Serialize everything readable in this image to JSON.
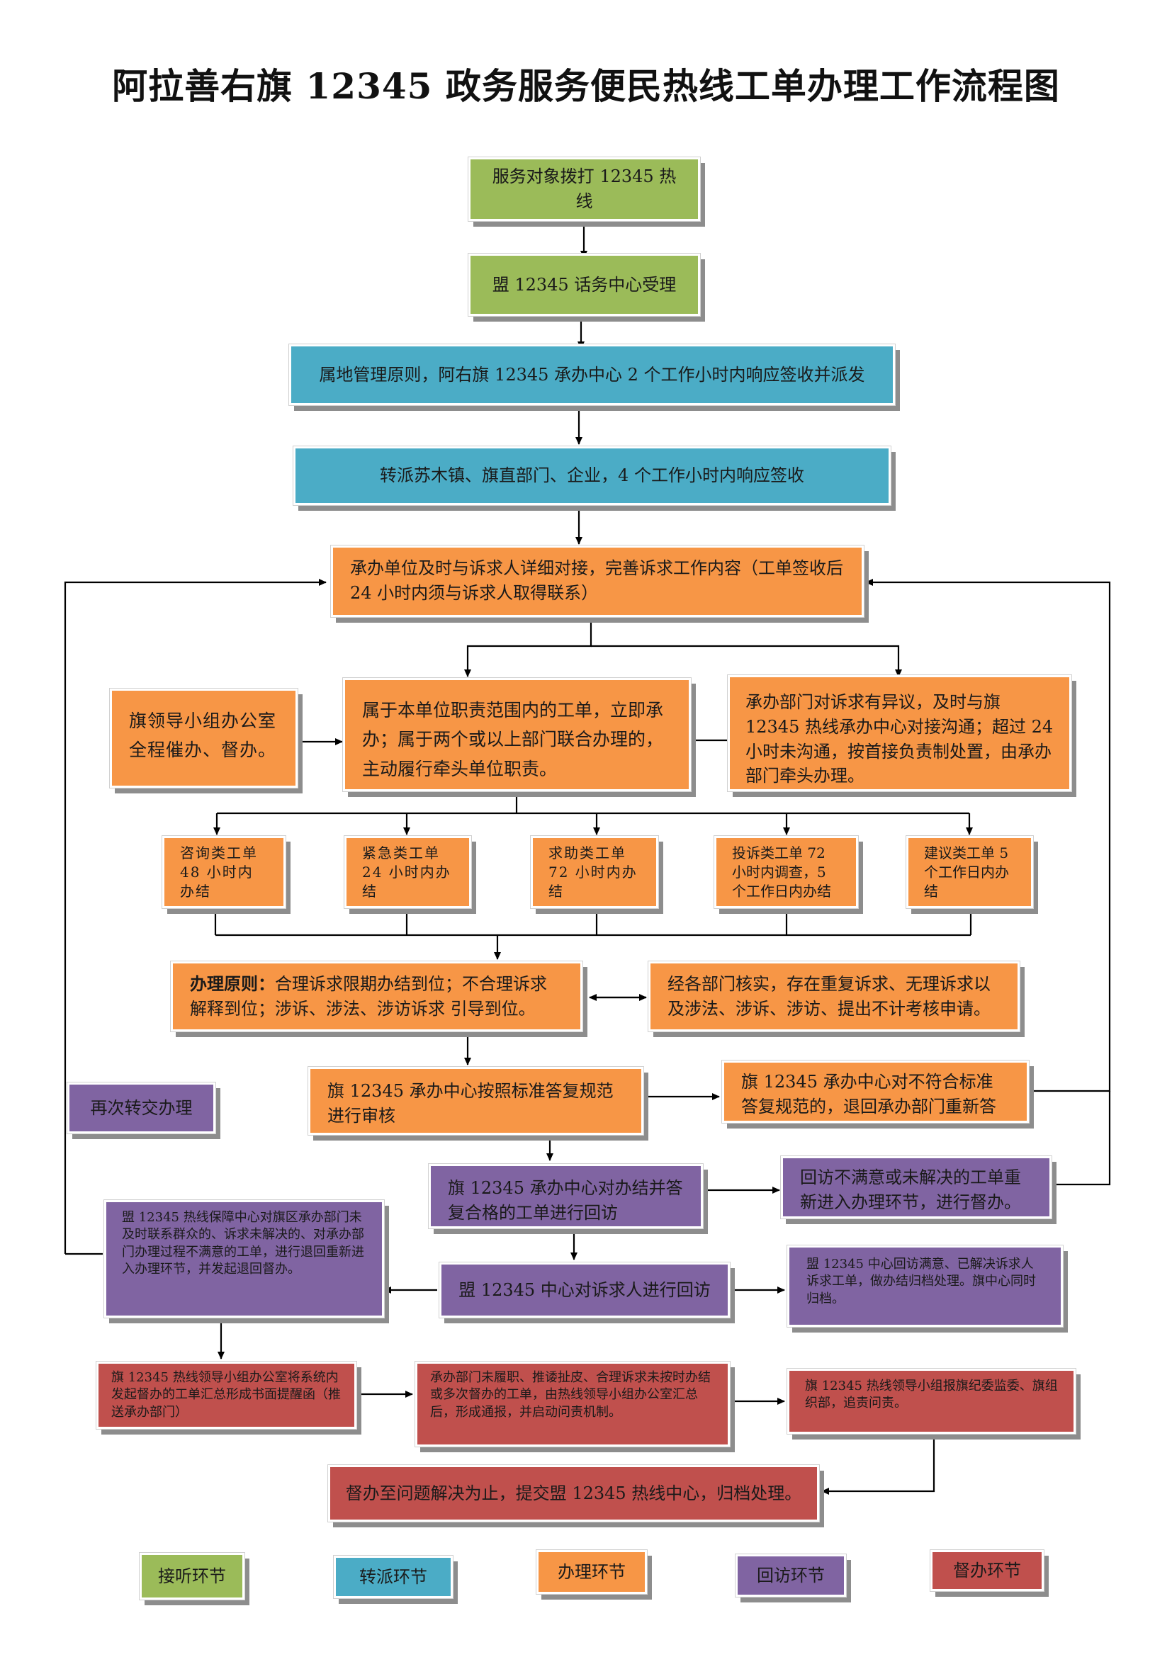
{
  "title": "阿拉善右旗 12345 政务服务便民热线工单办理工作流程图",
  "nodes": {
    "call": "服务对象拨打 12345 热线",
    "accept": "盟 12345 话务中心受理",
    "dispatch": "属地管理原则，阿右旗 12345 承办中心 2 个工作小时内响应签收并派发",
    "transfer": "转派苏木镇、旗直部门、企业，4 个工作小时内响应签收",
    "contact": "承办单位及时与诉求人详细对接，完善诉求工作内容（工单签收后 24 小时内须与诉求人取得联系）",
    "supervise_office": "旗领导小组办公室全程催办、督办。",
    "responsibility": "属于本单位职责范围内的工单，立即承办；属于两个或以上部门联合办理的，主动履行牵头单位职责。",
    "dispute": "承办部门对诉求有异议，及时与旗 12345 热线承办中心对接沟通；超过 24 小时未沟通，按首接负责制处置，由承办部门牵头办理。",
    "type_consult": "咨询类工单 48 小时内办结",
    "type_urgent": "紧急类工单 24 小时内办结",
    "type_help": "求助类工单 72 小时内办结",
    "type_complaint": "投诉类工单 72 小时内调查，5 个工作日内办结",
    "type_suggest": "建议类工单 5 个工作日内办结",
    "principle_label": "办理原则：",
    "principle_text": "合理诉求限期办结到位；不合理诉求解释到位；涉诉、涉法、涉访诉求 引导到位。",
    "exempt": "经各部门核实，存在重复诉求、无理诉求以及涉法、涉诉、涉访、提出不计考核申请。",
    "retransfer": "再次转交办理",
    "review": "旗 12345 承办中心按照标准答复规范进行审核",
    "return_reply": "旗 12345 承办中心对不符合标准答复规范的，退回承办部门重新答复",
    "revisit_center": "旗 12345 承办中心对办结并答复合格的工单进行回访",
    "revisit_bad": "回访不满意或未解决的工单重新进入办理环节，进行督办。",
    "league_guarantee": "盟 12345 热线保障中心对旗区承办部门未及时联系群众的、诉求未解决的、对承办部门办理过程不满意的工单，进行退回重新进入办理环节，并发起退回督办。",
    "league_revisit": "盟 12345 中心对诉求人进行回访",
    "league_satisfied": "盟 12345 中心回访满意、已解决诉求人诉求工单，做办结归档处理。旗中心同时归档。",
    "red_reminder": "旗 12345 热线领导小组办公室将系统内发起督办的工单汇总形成书面提醒函（推送承办部门）",
    "red_notice": "承办部门未履职、推诿扯皮、合理诉求未按时办结或多次督办的工单，由热线领导小组办公室汇总后，形成通报，并启动问责机制。",
    "red_report": "旗 12345 热线领导小组报旗纪委监委、旗组织部，追责问责。",
    "red_final": "督办至问题解决为止，提交盟 12345 热线中心，归档处理。"
  },
  "legend": [
    {
      "label": "接听环节",
      "color": "#9bbb59"
    },
    {
      "label": "转派环节",
      "color": "#4bacc6"
    },
    {
      "label": "办理环节",
      "color": "#f79646"
    },
    {
      "label": "回访环节",
      "color": "#8064a2"
    },
    {
      "label": "督办环节",
      "color": "#c0504d"
    }
  ]
}
